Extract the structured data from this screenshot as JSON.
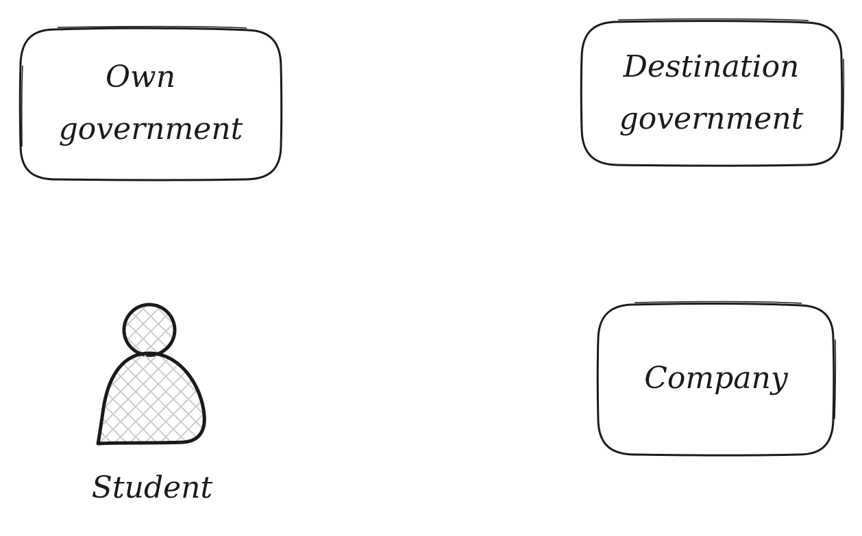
{
  "nodes": {
    "own_government": {
      "lines": [
        "Own",
        "government"
      ]
    },
    "destination_government": {
      "lines": [
        "Destination",
        "government"
      ]
    },
    "company": {
      "lines": [
        "Company"
      ]
    },
    "student": {
      "label": "Student",
      "icon": "person-icon"
    }
  },
  "colors": {
    "stroke": "#1a1a1a",
    "hatch": "#c9ccd2",
    "background": "#ffffff"
  }
}
